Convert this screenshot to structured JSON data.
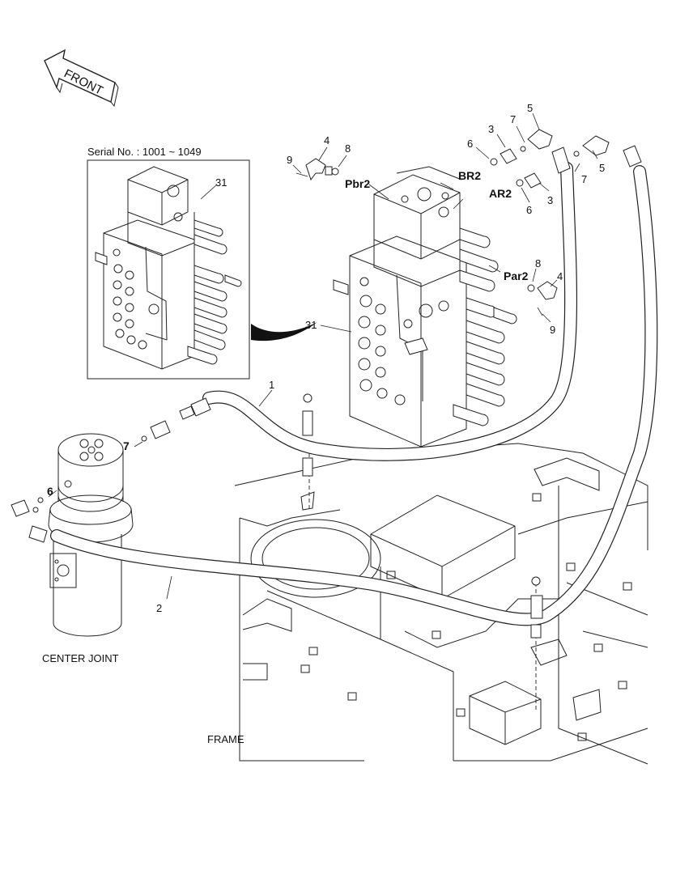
{
  "direction_label": "FRONT",
  "inset_caption": "Serial No. : 1001 ~ 1049",
  "captions": {
    "center_joint": "CENTER JOINT",
    "frame": "FRAME"
  },
  "port_labels": {
    "pbr2": "Pbr2",
    "br2": "BR2",
    "ar2": "AR2",
    "par2": "Par2"
  },
  "callouts": {
    "inset_31": "31",
    "main_31": "31",
    "hose_1": "1",
    "hose_2": "2",
    "fit_3a": "3",
    "fit_3b": "3",
    "fit_4a": "4",
    "fit_4b": "4",
    "fit_5a": "5",
    "fit_5b": "5",
    "ring_6a": "6",
    "ring_6b": "6",
    "ring_6c": "6",
    "ring_7a": "7",
    "ring_7b": "7",
    "ring_7c": "7",
    "ring_8a": "8",
    "ring_8b": "8",
    "ring_9a": "9",
    "ring_9b": "9"
  }
}
